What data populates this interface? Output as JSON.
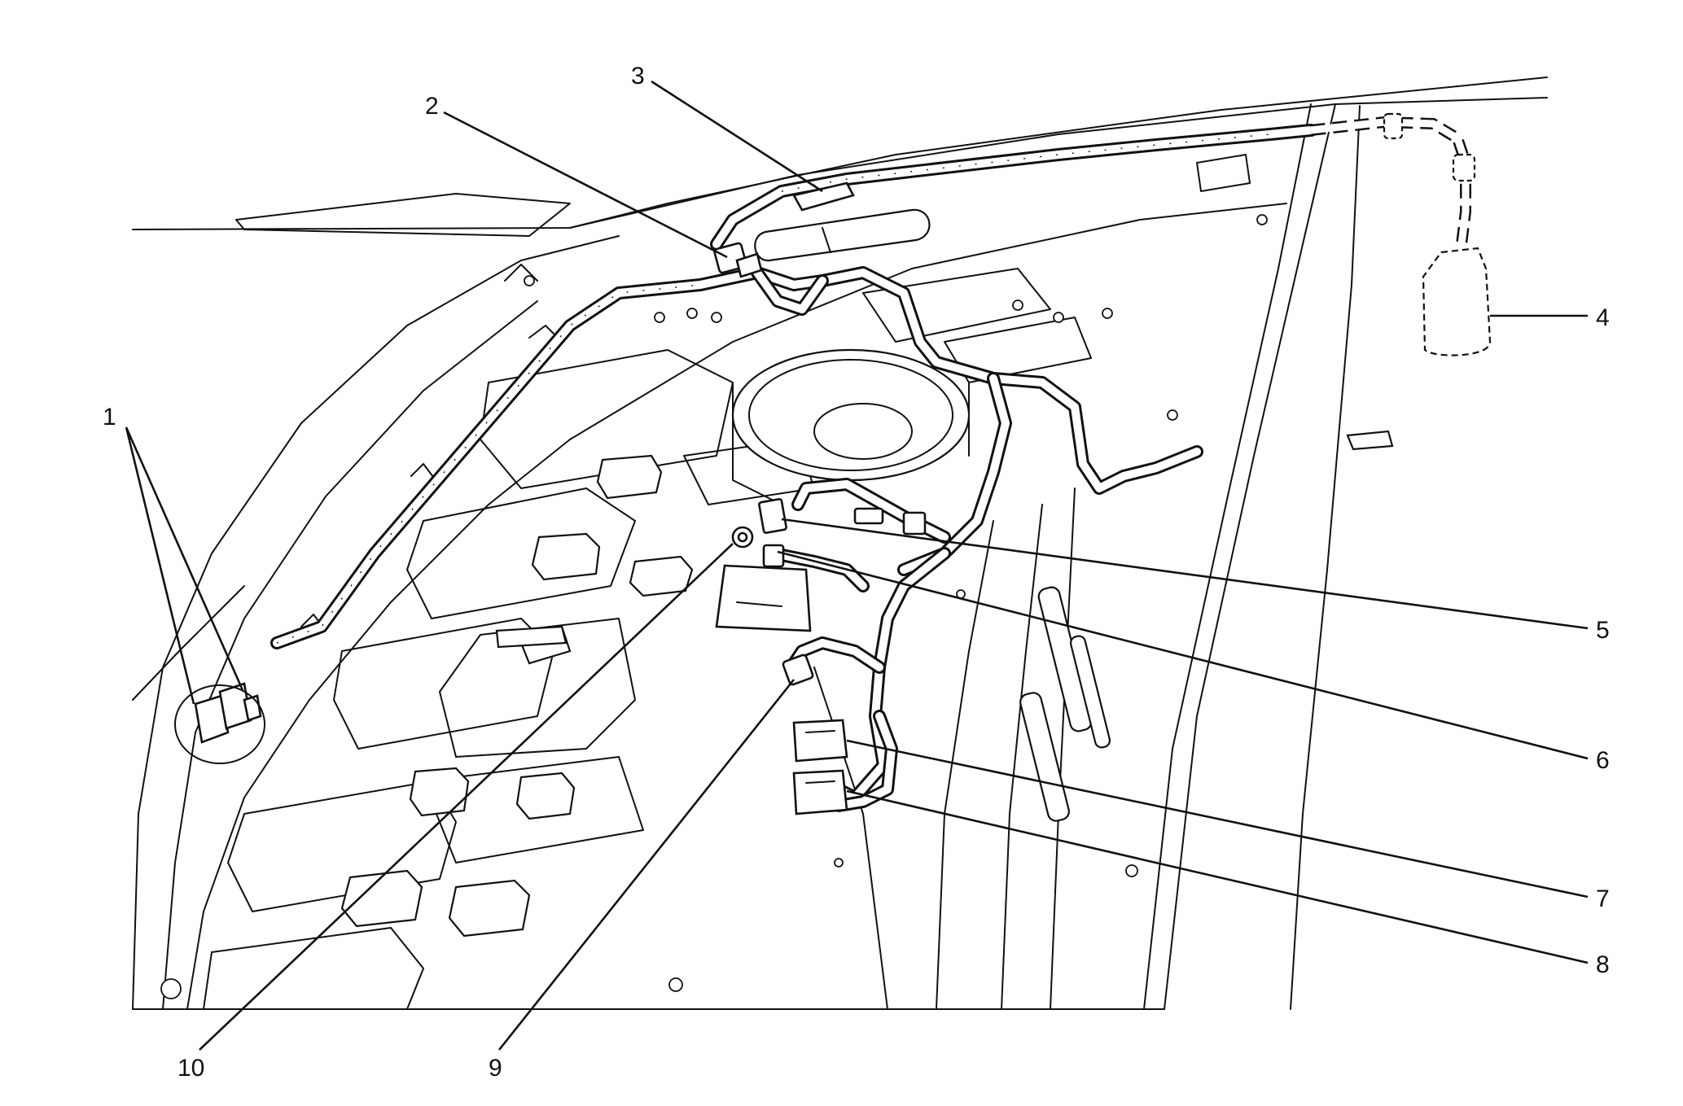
{
  "diagram": {
    "callouts": [
      {
        "id": "1",
        "label": "1"
      },
      {
        "id": "2",
        "label": "2"
      },
      {
        "id": "3",
        "label": "3"
      },
      {
        "id": "4",
        "label": "4"
      },
      {
        "id": "5",
        "label": "5"
      },
      {
        "id": "6",
        "label": "6"
      },
      {
        "id": "7",
        "label": "7"
      },
      {
        "id": "8",
        "label": "8"
      },
      {
        "id": "9",
        "label": "9"
      },
      {
        "id": "10",
        "label": "10"
      }
    ],
    "line_color": "#111111",
    "background": "#ffffff"
  }
}
